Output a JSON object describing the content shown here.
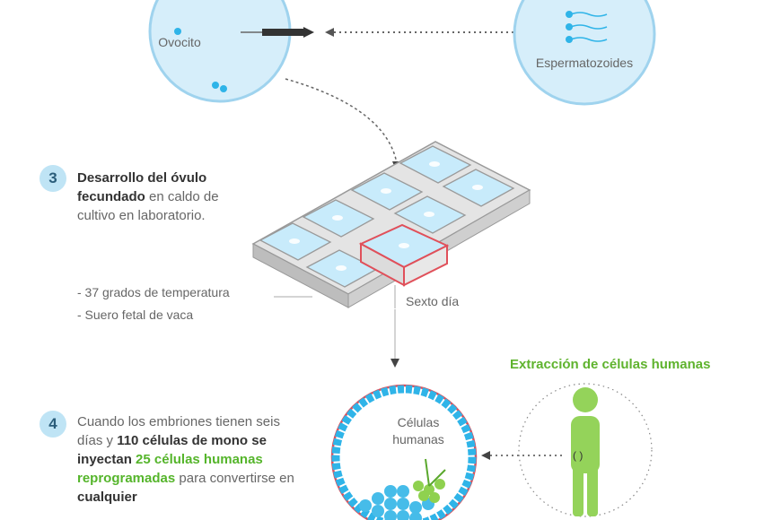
{
  "labels": {
    "oocyte": "Ovocito",
    "sperm": "Espermatozoides",
    "sixth_day": "Sexto día",
    "human_cells_line1": "Células",
    "human_cells_line2": "humanas",
    "extraction_title": "Extracción de células humanas"
  },
  "step3": {
    "number": "3",
    "bold_part": "Desarrollo del óvulo fecundado",
    "text_part": " en caldo de cultivo en laboratorio.",
    "bullets": [
      "- 37 grados de temperatura",
      "- Suero fetal de vaca"
    ]
  },
  "step4": {
    "number": "4",
    "t1": "Cuando los embriones tienen seis días y ",
    "b1": "110 células de mono se inyectan ",
    "g1": "25 células humanas reprogramadas",
    "t2": " para convertirse en ",
    "b2": "cualquier"
  },
  "colors": {
    "cell_fill": "#d6eefa",
    "cell_stroke": "#9fd3ee",
    "blue_dot": "#2fb4e8",
    "green": "#8fd14f",
    "red": "#e0505a"
  }
}
